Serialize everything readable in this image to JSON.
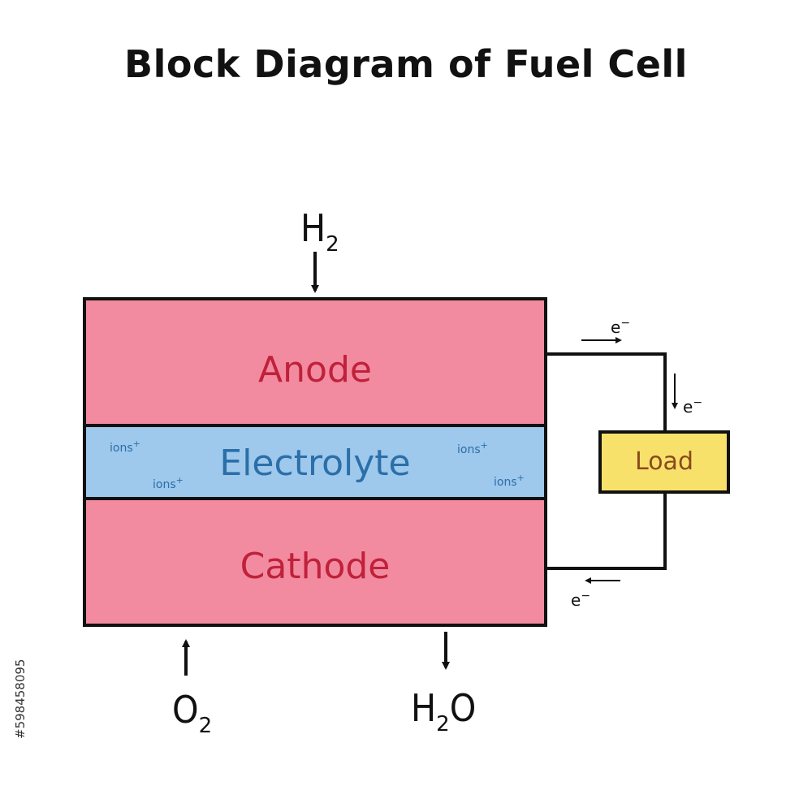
{
  "title": "Block Diagram of Fuel Cell",
  "layers": {
    "anode": "Anode",
    "electrolyte": "Electrolyte",
    "cathode": "Cathode"
  },
  "ions": {
    "base": "ions",
    "charge": "+"
  },
  "electron": {
    "base": "e",
    "charge": "−"
  },
  "load": "Load",
  "inputs": {
    "hydrogen": {
      "base": "H",
      "sub": "2"
    },
    "oxygen": {
      "base": "O",
      "sub": "2"
    }
  },
  "outputs": {
    "water": {
      "base": "H",
      "sub": "2",
      "tail": "O"
    }
  },
  "stock_id": "#598458095",
  "colors": {
    "anode_fill": "#f28ba0",
    "cathode_fill": "#f28ba0",
    "electrolyte_fill": "#9ec8ec",
    "load_fill": "#f7e16b",
    "layer_text": "#c0213a",
    "electrolyte_text": "#2b6fa8",
    "ion_text": "#2b6fa8",
    "load_text": "#8a4a1a",
    "outline": "#111111"
  }
}
